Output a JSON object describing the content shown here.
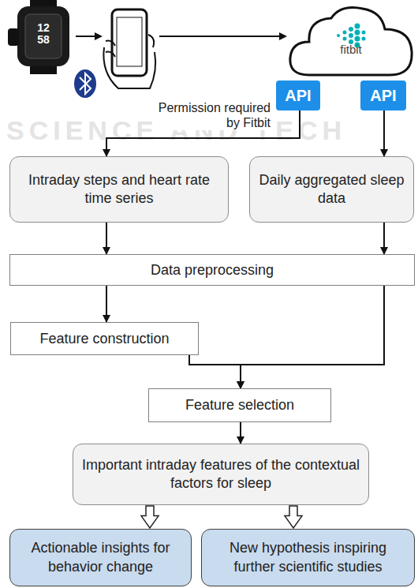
{
  "diagram": {
    "nodes": [
      {
        "text": [
          "fitbit"
        ]
      },
      {
        "text": [
          "API"
        ]
      },
      {
        "text": [
          "API"
        ]
      },
      {
        "text": [
          "Intraday steps and heart rate time series"
        ]
      },
      {
        "text": [
          "Daily aggregated sleep data"
        ]
      },
      {
        "text": [
          "Data preprocessing"
        ]
      },
      {
        "text": [
          "Feature construction"
        ]
      },
      {
        "text": [
          "Feature selection"
        ]
      },
      {
        "text": [
          "Important intraday features of the contextual factors for sleep"
        ]
      },
      {
        "text": [
          "Actionable insights for behavior change"
        ]
      },
      {
        "text": [
          "New hypothesis inspiring further scientific studies"
        ]
      }
    ],
    "edges": [
      {
        "from": 1,
        "to": 3,
        "arrow": "to",
        "label": "Permission required by Fitbit"
      },
      {
        "from": 2,
        "to": 4,
        "arrow": "to"
      },
      {
        "from": 3,
        "to": 5,
        "arrow": "to"
      },
      {
        "from": 4,
        "to": 5,
        "arrow": "to"
      },
      {
        "from": 5,
        "to": 6,
        "arrow": "to"
      },
      {
        "from": 5,
        "to": 7,
        "arrow": "to"
      },
      {
        "from": 6,
        "to": 7,
        "arrow": "to"
      },
      {
        "from": 7,
        "to": 8,
        "arrow": "to"
      },
      {
        "from": 8,
        "to": 9,
        "arrow": "to"
      },
      {
        "from": 8,
        "to": 10,
        "arrow": "to"
      }
    ],
    "labels": [
      "12 58",
      "SCIENCE AND TECH"
    ]
  }
}
